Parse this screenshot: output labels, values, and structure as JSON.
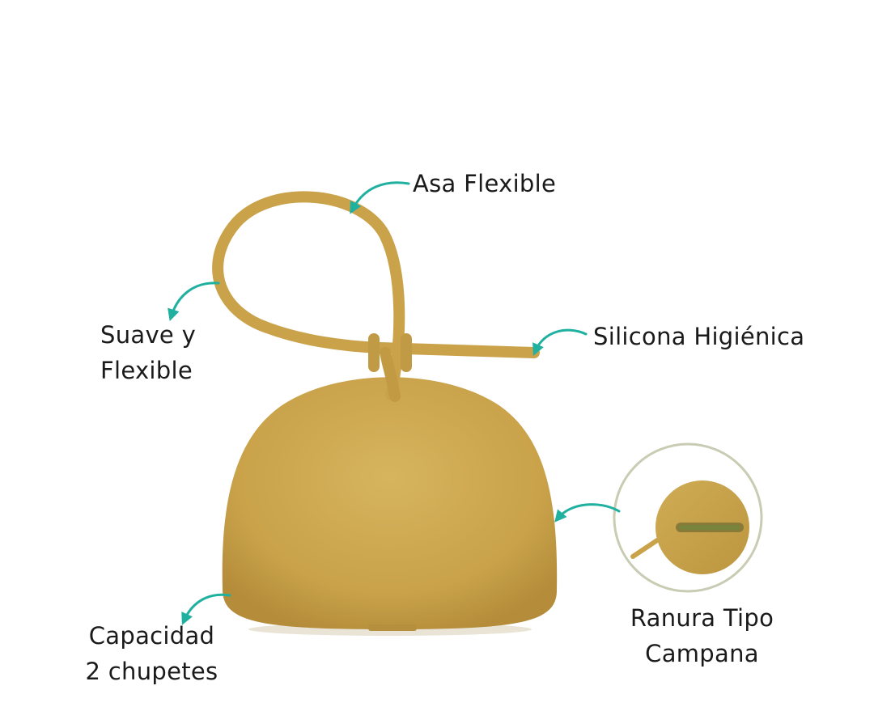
{
  "colors": {
    "product": "#c9a24a",
    "product_shade": "#b98f3c",
    "product_highlight": "#d7b35c",
    "arrow": "#1fb0a0",
    "detail_ring": "#c9ccb3",
    "slot": "#8a7a3a"
  },
  "icons": [
    "curved-arrow-icon"
  ],
  "labels": {
    "asa": "Asa Flexible",
    "suave_line1": "Suave y",
    "suave_line2": "Flexible",
    "silicona": "Silicona Higiénica",
    "capacidad_line1": "Capacidad",
    "capacidad_line2": "2 chupetes",
    "ranura_line1": "Ranura Tipo",
    "ranura_line2": "Campana"
  }
}
